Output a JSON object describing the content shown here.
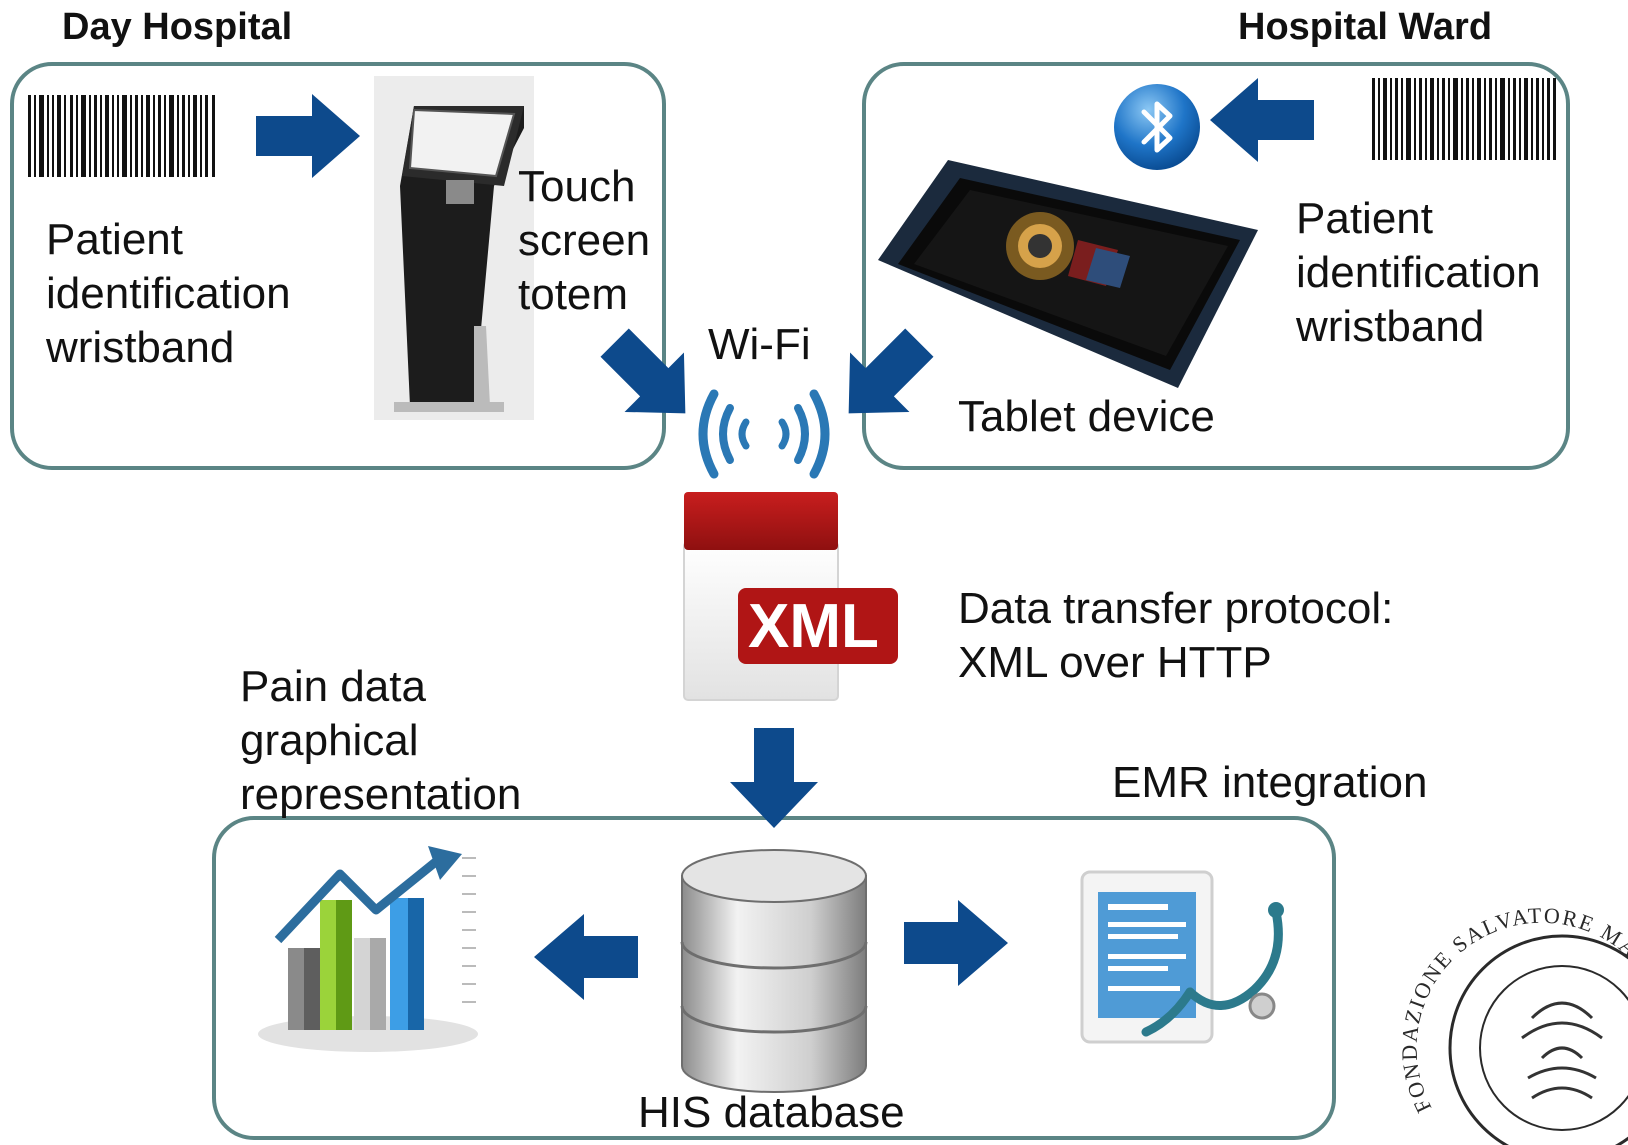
{
  "day_hospital": {
    "title": "Day Hospital",
    "wristband_label": [
      "Patient",
      "identification",
      "wristband"
    ],
    "totem_label": [
      "Touch",
      "screen",
      "totem"
    ]
  },
  "hospital_ward": {
    "title": "Hospital Ward",
    "wristband_label": [
      "Patient",
      "identification",
      "wristband"
    ],
    "tablet_label": "Tablet device"
  },
  "network": {
    "wifi_label": "Wi-Fi",
    "xml_badge": "XML",
    "protocol_label": [
      "Data transfer protocol:",
      "XML over HTTP"
    ]
  },
  "backend": {
    "pain_label": [
      "Pain data",
      "graphical",
      "representation"
    ],
    "emr_label": "EMR integration",
    "db_label": "HIS database"
  },
  "logo": {
    "text": "FONDAZIONE SALVATORE MAUGERI"
  },
  "colors": {
    "arrow": "#0d4a8c",
    "box_border": "#5b8585",
    "xml_red": "#b01515",
    "wifi": "#2a78b5"
  }
}
